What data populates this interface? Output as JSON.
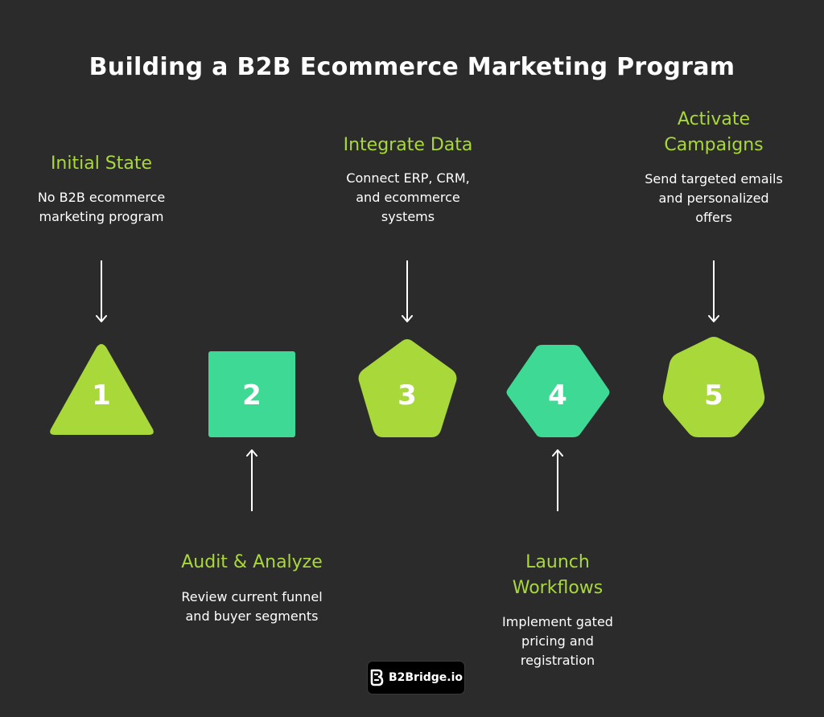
{
  "title": "Building a B2B Ecommerce Marketing Program",
  "colors": {
    "background": "#2b2b2b",
    "lime": "#a8d83a",
    "green": "#3fd996",
    "text": "#ffffff"
  },
  "steps": [
    {
      "number": "1",
      "shape": "triangle",
      "color": "#a8d83a",
      "label": "Initial State",
      "description": [
        "No B2B ecommerce",
        "marketing program"
      ],
      "arrow": "down"
    },
    {
      "number": "2",
      "shape": "square",
      "color": "#3fd996",
      "label": "Audit & Analyze",
      "description": [
        "Review current funnel",
        "and buyer segments"
      ],
      "arrow": "up"
    },
    {
      "number": "3",
      "shape": "pentagon",
      "color": "#a8d83a",
      "label": "Integrate Data",
      "description": [
        "Connect ERP, CRM,",
        "and ecommerce",
        "systems"
      ],
      "arrow": "down"
    },
    {
      "number": "4",
      "shape": "hexagon",
      "color": "#3fd996",
      "label": "Launch Workflows",
      "label_lines": [
        "Launch",
        "Workflows"
      ],
      "description": [
        "Implement gated",
        "pricing and",
        "registration"
      ],
      "arrow": "up"
    },
    {
      "number": "5",
      "shape": "heptagon",
      "color": "#a8d83a",
      "label": "Activate Campaigns",
      "label_lines": [
        "Activate",
        "Campaigns"
      ],
      "description": [
        "Send targeted emails",
        "and personalized",
        "offers"
      ],
      "arrow": "down"
    }
  ],
  "badge": {
    "text": "B2Bridge.io",
    "icon": "b2bridge-logo-icon"
  }
}
